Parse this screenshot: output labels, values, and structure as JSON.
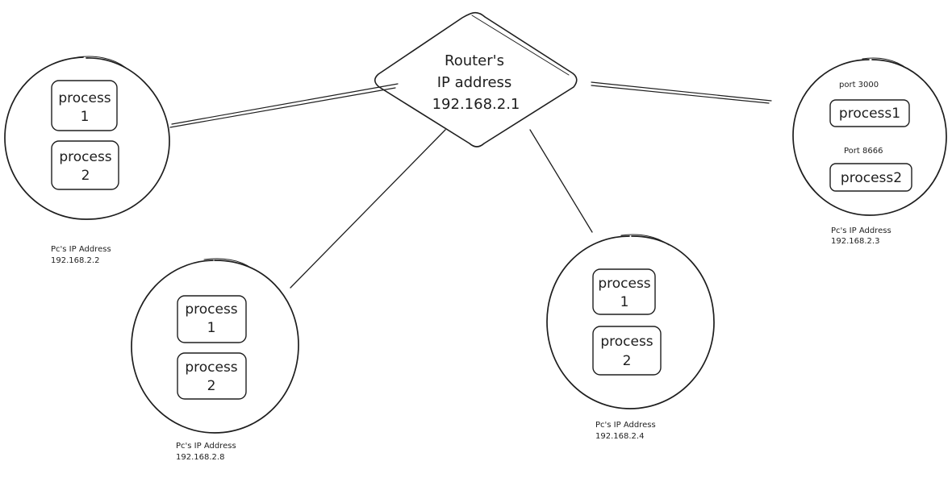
{
  "router": {
    "line1": "Router's",
    "line2": "IP address",
    "line3": "192.168.2.1"
  },
  "pcs": {
    "left": {
      "process1_word": "process",
      "process1_num": "1",
      "process2_word": "process",
      "process2_num": "2",
      "caption_title": "Pc's IP Address",
      "caption_ip": "192.168.2.2"
    },
    "bottom_left": {
      "process1_word": "process",
      "process1_num": "1",
      "process2_word": "process",
      "process2_num": "2",
      "caption_title": "Pc's IP Address",
      "caption_ip": "192.168.2.8"
    },
    "bottom_right": {
      "process1_word": "process",
      "process1_num": "1",
      "process2_word": "process",
      "process2_num": "2",
      "caption_title": "Pc's IP Address",
      "caption_ip": "192.168.2.4"
    },
    "right": {
      "port1": "port 3000",
      "process1": "process1",
      "port2": "Port 8666",
      "process2": "process2",
      "caption_title": "Pc's IP Address",
      "caption_ip": "192.168.2.3"
    }
  }
}
